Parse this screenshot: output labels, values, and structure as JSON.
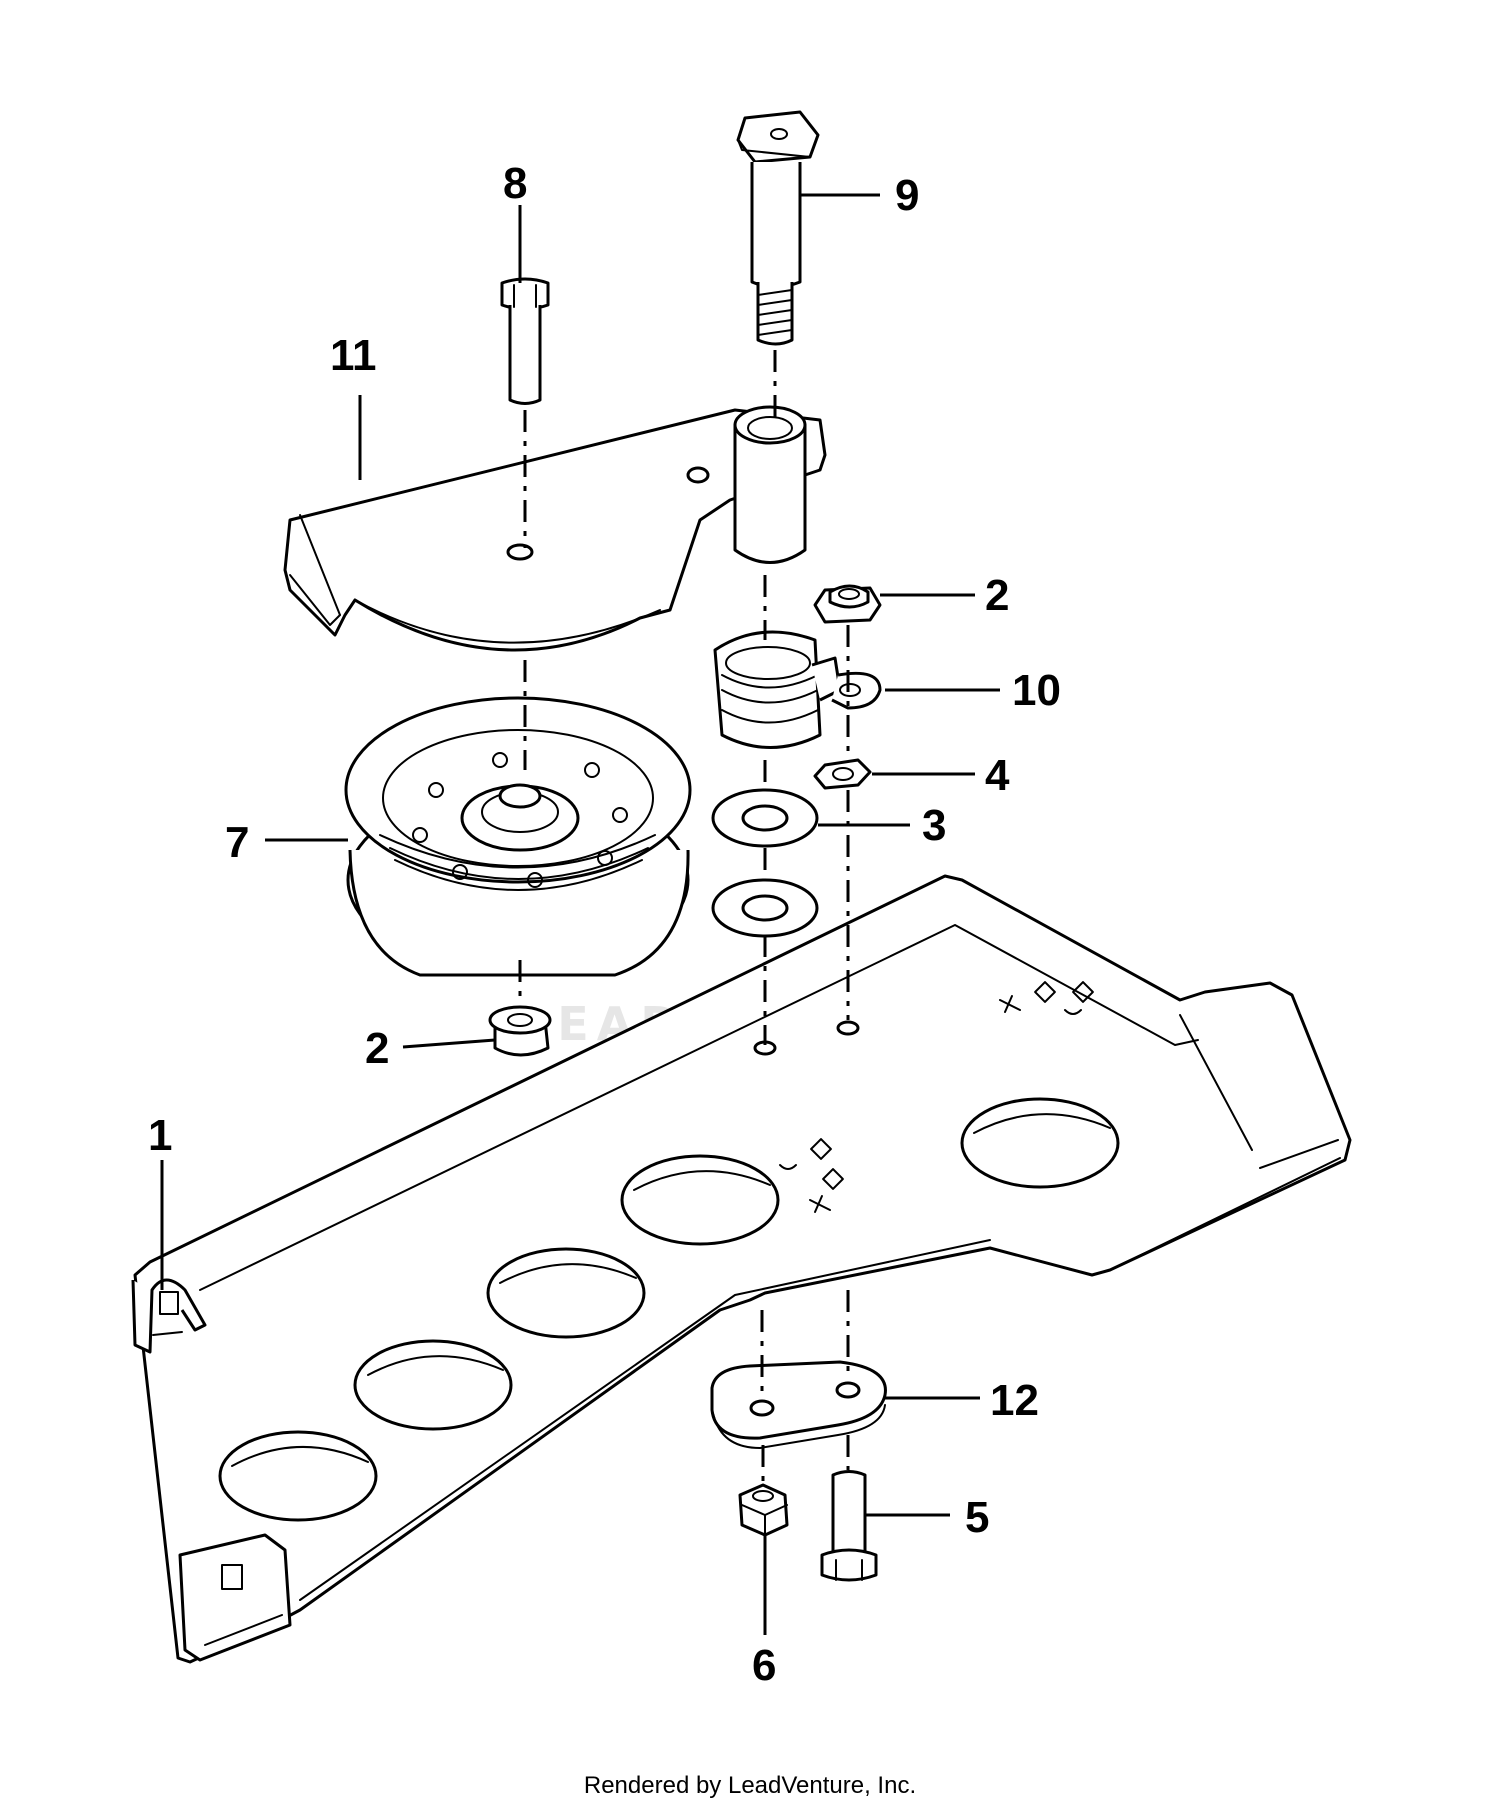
{
  "watermark": "LEADVENTURE",
  "footer": "Rendered by LeadVenture, Inc.",
  "callouts": {
    "c1": "1",
    "c2a": "2",
    "c2b": "2",
    "c3": "3",
    "c4": "4",
    "c5": "5",
    "c6": "6",
    "c7": "7",
    "c8": "8",
    "c9": "9",
    "c10": "10",
    "c11": "11",
    "c12": "12"
  }
}
